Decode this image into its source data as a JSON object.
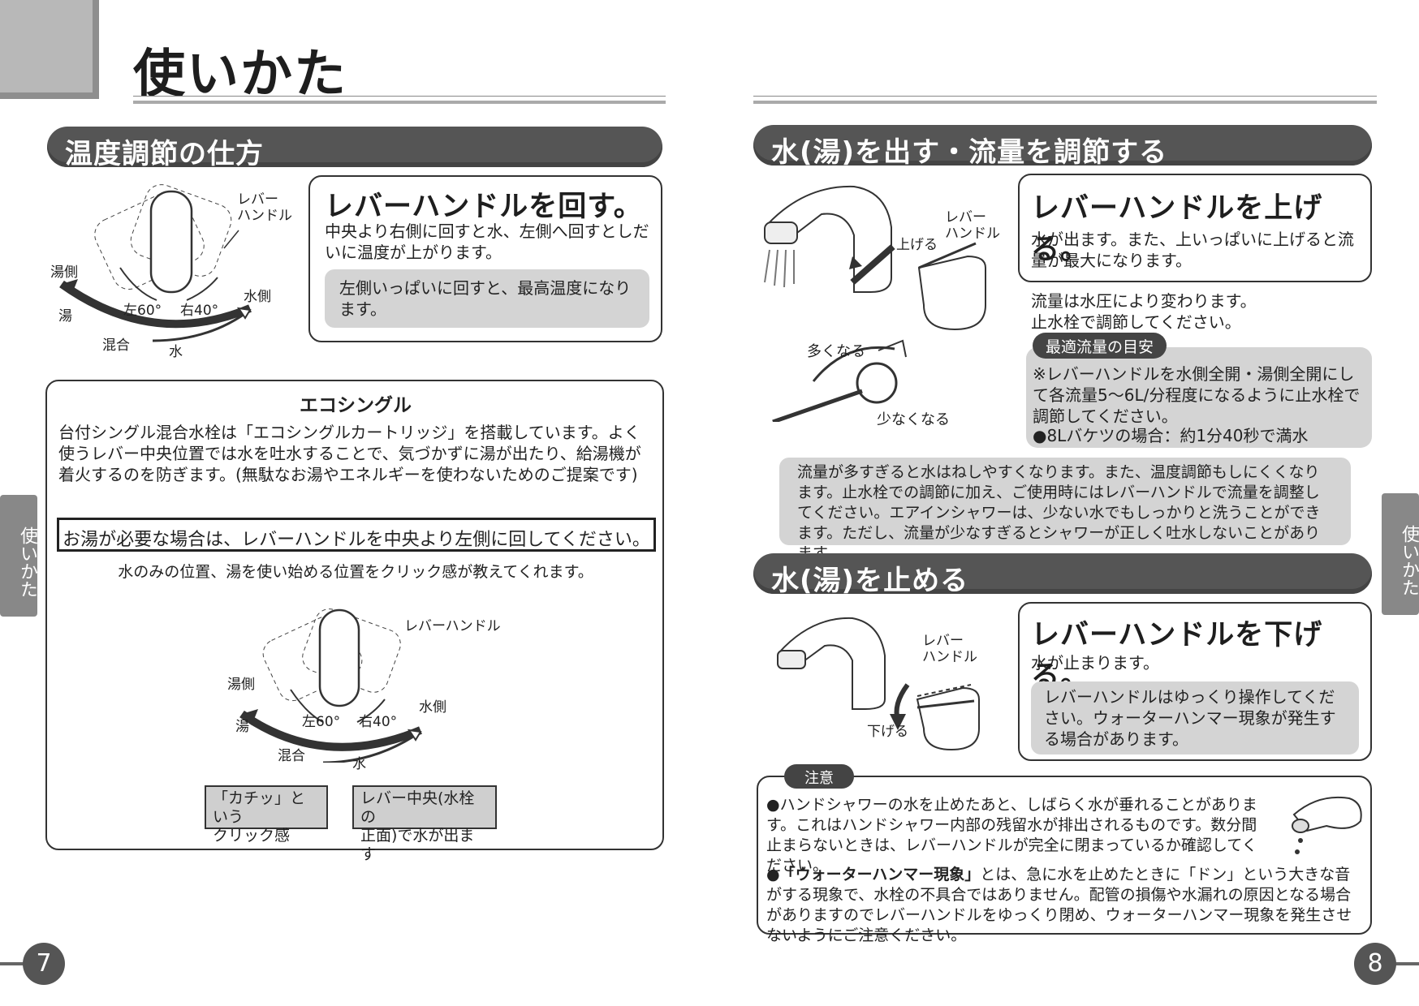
{
  "page_title": "使いかた",
  "left": {
    "section_title": "温度調節の仕方",
    "rotate_box": {
      "title": "レバーハンドルを回す。",
      "text": "中央より右側に回すと水、左側へ回すとしだいに温度が上がります。",
      "note": "左側いっぱいに回すと、最高温度になります。"
    },
    "diagram1": {
      "lever_label": "レバー\nハンドル",
      "hot_side": "湯側",
      "cold_side": "水側",
      "hot": "湯",
      "mixed": "混合",
      "water": "水",
      "left_angle": "左60°",
      "right_angle": "右40°"
    },
    "eco": {
      "title": "エコシングル",
      "text": "台付シングル混合水栓は「エコシングルカートリッジ」を搭載しています。よく使うレバー中央位置では水を吐水することで、気づかずに湯が出たり、給湯機が着火するのを防ぎます。(無駄なお湯やエネルギーを使わないためのご提案です)",
      "highlight": "お湯が必要な場合は、レバーハンドルを中央より左側に回してください。",
      "click_note": "水のみの位置、湯を使い始める位置をクリック感が教えてくれます。"
    },
    "diagram2": {
      "lever_label": "レバーハンドル",
      "hot_side": "湯側",
      "cold_side": "水側",
      "hot": "湯",
      "mixed": "混合",
      "water": "水",
      "left_angle": "左60°",
      "right_angle": "右40°",
      "callout_click": "「カチッ」という\nクリック感",
      "callout_center": "レバー中央(水栓の\n正面)で水が出ます"
    },
    "side_tab": "使いかた",
    "page_number": "7"
  },
  "right": {
    "section1_title": "水(湯)を出す・流量を調節する",
    "raise_box": {
      "title": "レバーハンドルを上げる。",
      "text": "水が出ます。また、上いっぱいに上げると流量が最大になります。"
    },
    "faucet1": {
      "lever_label": "レバー\nハンドル",
      "raise_label": "上げる"
    },
    "flow_text": "流量は水圧により変わります。\n止水栓で調節してください。",
    "valve": {
      "more": "多くなる",
      "less": "少なくなる"
    },
    "optimal": {
      "badge": "最適流量の目安",
      "note1": "※レバーハンドルを水側全開・湯側全開にして各流量5～6L/分程度になるように止水栓で調節してください。",
      "note2": "●8Lバケツの場合：約1分40秒で満水"
    },
    "flow_warning": "流量が多すぎると水はねしやすくなります。また、温度調節もしにくくなります。止水栓での調節に加え、ご使用時にはレバーハンドルで流量を調整してください。エアインシャワーは、少ない水でもしっかりと洗うことができます。ただし、流量が少なすぎるとシャワーが正しく吐水しないことがあります。",
    "section2_title": "水(湯)を止める",
    "lower_box": {
      "title": "レバーハンドルを下げる。",
      "text": "水が止まります。",
      "note": "レバーハンドルはゆっくり操作してください。ウォーターハンマー現象が発生する場合があります。"
    },
    "faucet2": {
      "lever_label": "レバー\nハンドル",
      "lower_label": "下げる"
    },
    "caution": {
      "badge": "注意",
      "item1": "●ハンドシャワーの水を止めたあと、しばらく水が垂れることがあります。これはハンドシャワー内部の残留水が排出されるものです。数分間止まらないときは、レバーハンドルが完全に閉まっているか確認してください。",
      "item2_bold": "●「ウォーターハンマー現象」",
      "item2_rest": "とは、急に水を止めたときに「ドン」という大きな音がする現象で、水栓の不具合ではありません。配管の損傷や水漏れの原因となる場合がありますのでレバーハンドルをゆっくり閉め、ウォーターハンマー現象を発生させないようにご注意ください。"
    },
    "side_tab": "使いかた",
    "page_number": "8"
  }
}
